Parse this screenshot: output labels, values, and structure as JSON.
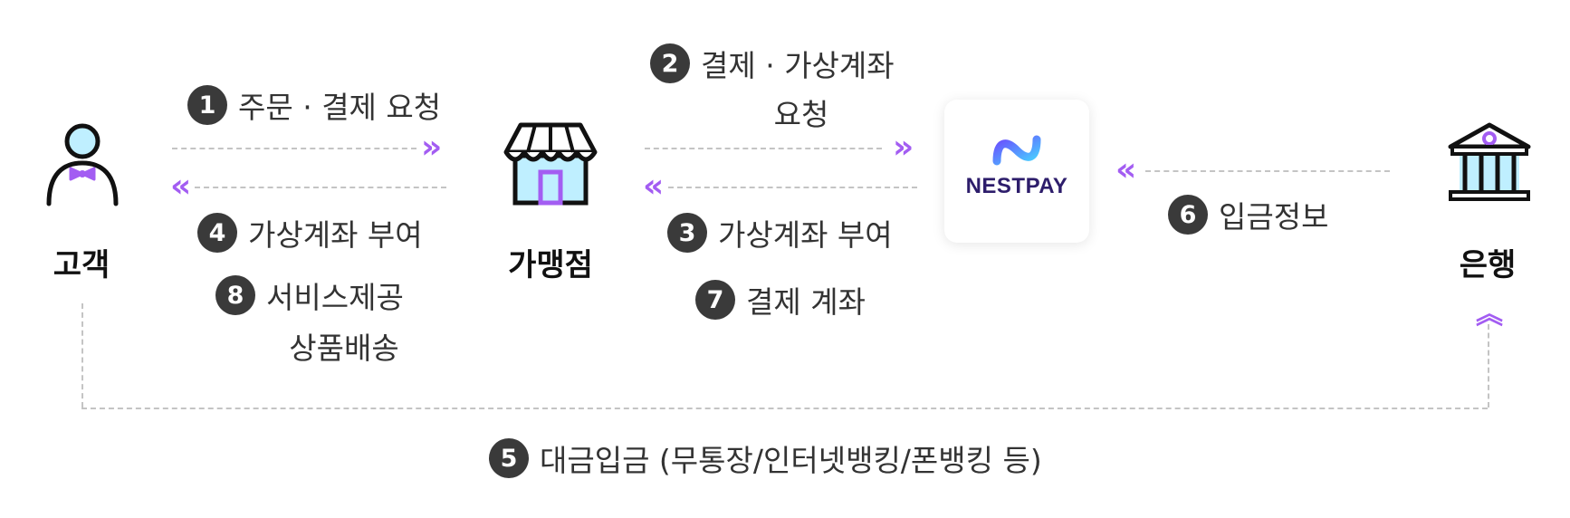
{
  "nodes": {
    "customer": "고객",
    "merchant": "가맹점",
    "pg": "NESTPAY",
    "bank": "은행"
  },
  "steps": {
    "s1": {
      "num": "1",
      "label": "주문 · 결제 요청"
    },
    "s2": {
      "num": "2",
      "label": "결제 · 가상계좌",
      "label2": "요청"
    },
    "s3": {
      "num": "3",
      "label": "가상계좌 부여"
    },
    "s4": {
      "num": "4",
      "label": "가상계좌 부여"
    },
    "s5": {
      "num": "5",
      "label": "대금입금 (무통장/인터넷뱅킹/폰뱅킹 등)"
    },
    "s6": {
      "num": "6",
      "label": "입금정보"
    },
    "s7": {
      "num": "7",
      "label": "결제 계좌"
    },
    "s8": {
      "num": "8",
      "label": "서비스제공",
      "label2": "상품배송"
    }
  },
  "colors": {
    "accent": "#a35df2",
    "shop_fill": "#bfefff",
    "number_badge": "#3a3a3a",
    "dash": "#c4c4c4"
  },
  "icons": [
    "person-icon",
    "shop-icon",
    "nestpay-logo-icon",
    "bank-icon",
    "chevron-right-icon",
    "chevron-left-icon",
    "chevron-up-icon"
  ]
}
